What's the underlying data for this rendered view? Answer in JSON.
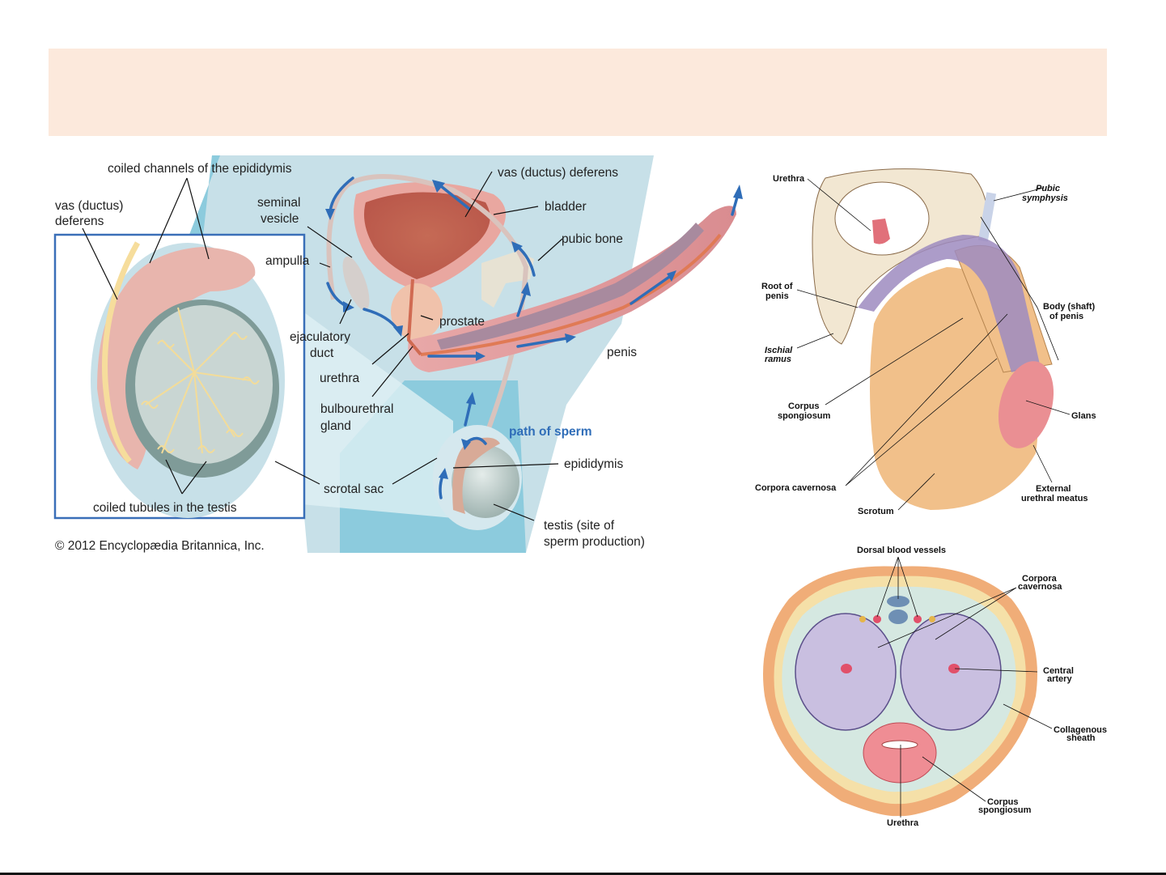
{
  "slide": {
    "title": "",
    "title_band_color": "#fce9dc"
  },
  "figure_left": {
    "labels": {
      "coiled_channels": "coiled channels of the epididymis",
      "vas_left_line1": "vas (ductus)",
      "vas_left_line2": "deferens",
      "seminal_line1": "seminal",
      "seminal_line2": "vesicle",
      "ampulla": "ampulla",
      "ejaculatory_line1": "ejaculatory",
      "ejaculatory_line2": "duct",
      "urethra": "urethra",
      "bulbourethral_line1": "bulbourethral",
      "bulbourethral_line2": "gland",
      "vas_top": "vas (ductus) deferens",
      "bladder": "bladder",
      "pubic_bone": "pubic bone",
      "prostate": "prostate",
      "penis": "penis",
      "path_of_sperm": "path of sperm",
      "epididymis": "epididymis",
      "scrotal_sac": "scrotal sac",
      "testis_line1": "testis (site of",
      "testis_line2": "sperm production)",
      "coiled_tubules": "coiled tubules in the testis",
      "copyright": "© 2012 Encyclopædia Britannica, Inc."
    },
    "colors": {
      "background_blue": "#c7e0e8",
      "deep_blue": "#8ccbdd",
      "path_arrow": "#2f6db8",
      "inset_border": "#3a6fb8"
    }
  },
  "figure_right_top": {
    "labels": {
      "urethra": "Urethra",
      "pubic_line1": "Pubic",
      "pubic_line2": "symphysis",
      "root_line1": "Root of",
      "root_line2": "penis",
      "body_line1": "Body (shaft)",
      "body_line2": "of penis",
      "ischial_line1": "Ischial",
      "ischial_line2": "ramus",
      "corpus_line1": "Corpus",
      "corpus_line2": "spongiosum",
      "glans": "Glans",
      "cavernosa": "Corpora cavernosa",
      "external_line1": "External",
      "external_line2": "urethral meatus",
      "scrotum": "Scrotum"
    }
  },
  "figure_right_bottom": {
    "labels": {
      "dorsal": "Dorsal blood vessels",
      "cavernosa_line1": "Corpora",
      "cavernosa_line2": "cavernosa",
      "central_line1": "Central",
      "central_line2": "artery",
      "collagenous_line1": "Collagenous",
      "collagenous_line2": "sheath",
      "spongiosum_line1": "Corpus",
      "spongiosum_line2": "spongiosum",
      "urethra": "Urethra"
    }
  }
}
